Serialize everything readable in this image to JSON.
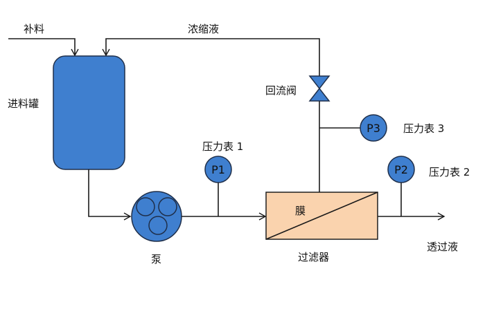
{
  "title": "超滤系统流程示意图",
  "colors": {
    "equipment_blue": "#3f7fcf",
    "filter_fill": "#fad3ae",
    "line": "#1a1a1a"
  },
  "labels": {
    "makeup_feed": "补料",
    "concentrate": "浓缩液",
    "feed_tank": "进料罐",
    "return_valve": "回流阀",
    "pump": "泵",
    "membrane": "膜",
    "filter": "过滤器",
    "permeate": "透过液",
    "gauge1": "压力表 1",
    "gauge2": "压力表 2",
    "gauge3": "压力表 3",
    "paragraph_mark": "↵"
  },
  "gauges": {
    "p1": "P1",
    "p2": "P2",
    "p3": "P3"
  }
}
